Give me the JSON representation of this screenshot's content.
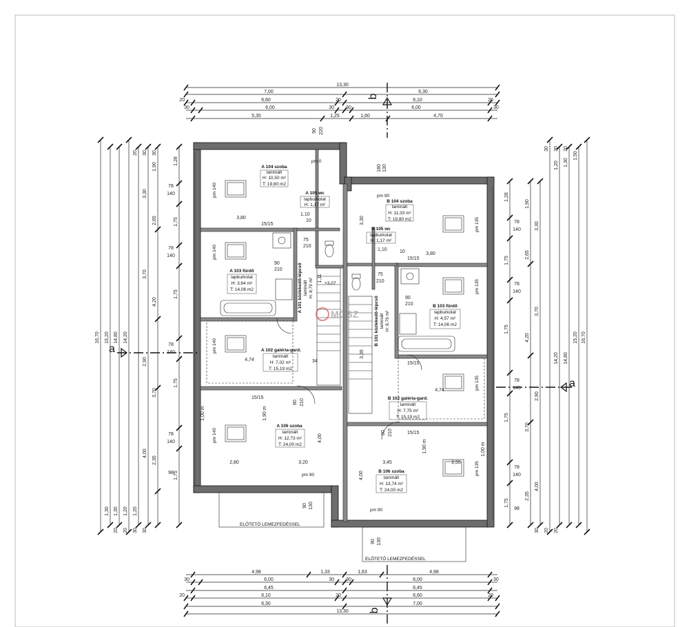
{
  "section_marks": {
    "a_left": "a",
    "a_right": "a",
    "b_top": "b",
    "b_bottom": "b"
  },
  "watermark": "MÓSZ",
  "top_dims": {
    "total": "13,30",
    "row2": [
      "7,00",
      "6,30"
    ],
    "row3": [
      "20",
      "6,60",
      "20",
      "6,10",
      "20"
    ],
    "row4": [
      "30",
      "6,00",
      "30",
      "30",
      "6,00",
      "30"
    ],
    "row5": [
      "5,35",
      "1,25",
      "1,60",
      "4,70"
    ],
    "small": [
      "90",
      "220"
    ]
  },
  "bottom_dims": {
    "row1": [
      "4,98",
      "1,33",
      "1,63",
      "4,98"
    ],
    "row2": [
      "30",
      "6,00",
      "30",
      "30",
      "6,00",
      "30"
    ],
    "row3": [
      "6,45",
      "6,45"
    ],
    "row4": [
      "20",
      "6,10",
      "20",
      "6,60",
      "20"
    ],
    "row5": [
      "6,30",
      "7,00"
    ],
    "total": "13,30"
  },
  "left_dims": {
    "overall": "16,70",
    "outer": [
      "15,20",
      "14,80",
      "14,20"
    ],
    "small_top": [
      "20",
      "30",
      "30"
    ],
    "chain": [
      "1,90",
      "3,30",
      "2,65",
      "3,70",
      "4,20",
      "2,90",
      "3,70",
      "4,00",
      "2,35"
    ],
    "windows": [
      "1,28",
      "78",
      "140",
      "1,75",
      "78",
      "140",
      "1,75",
      "78",
      "140",
      "1,75",
      "78",
      "140",
      "1,75"
    ],
    "bottom": [
      "1,30",
      "1,30",
      "1,20",
      "20",
      "20",
      "30",
      "30",
      "98"
    ]
  },
  "right_dims": {
    "overall": "16,70",
    "outer": [
      "15,20",
      "14,80",
      "14,20"
    ],
    "top": [
      "1,50",
      "1,30",
      "1,20",
      "20",
      "30",
      "30"
    ],
    "chain": [
      "1,90",
      "3,30",
      "2,65",
      "3,70",
      "4,20",
      "2,90",
      "3,70",
      "4,00",
      "2,35"
    ],
    "windows": [
      "1,28",
      "78",
      "140",
      "1,75",
      "78",
      "140",
      "1,75",
      "78",
      "140",
      "1,75",
      "78",
      "140",
      "1,75"
    ],
    "bottom": [
      "30",
      "20",
      "20",
      "98"
    ]
  },
  "rooms_a": [
    {
      "name": "A 104 szoba",
      "floor": "laminált",
      "h": "H: 10,50 m²",
      "t": "T: 19,80 m2",
      "dim": "3,80",
      "win": "pm 140"
    },
    {
      "name": "A 105 wc",
      "floor": "lapburkolat",
      "h": "H: 1,17 m²",
      "door": "75",
      "door2": "210"
    },
    {
      "name": "A 103 fürdő",
      "floor": "lapburkolat",
      "h": "H: 3,64 m²",
      "t": "T: 14,06 m2",
      "win": "pm 140",
      "door": "90",
      "door2": "210"
    },
    {
      "name": "A 101 közlekedő-lépcső",
      "floor": "laminált",
      "h": "H: 8,79 m²"
    },
    {
      "name": "A 102 galéria-gard.",
      "floor": "laminált",
      "h": "H: 7,02 m²",
      "t": "T: 15,19 m2",
      "dim": "4,74",
      "win": "pm 140"
    },
    {
      "name": "A 106 szoba",
      "floor": "laminált",
      "h": "H: 12,73 m²",
      "t": "T: 24,00 m2",
      "dim1": "2,80",
      "dim2": "3,20",
      "win": "pm 140"
    }
  ],
  "rooms_b": [
    {
      "name": "B 104 szoba",
      "floor": "laminált",
      "h": "H: 11,33 m²",
      "t": "T: 19,80 m2",
      "dim": "3,80",
      "win": "pm 135"
    },
    {
      "name": "B 105 wc",
      "floor": "lapburkolat",
      "h": "H: 1,17 m²",
      "door": "75",
      "door2": "210"
    },
    {
      "name": "B 103 fürdő",
      "floor": "lapburkolat",
      "h": "H: 4,57 m²",
      "t": "T: 14,06 m2",
      "win": "pm 135",
      "door": "90",
      "door2": "210"
    },
    {
      "name": "B 101 közlekedő-lépcső",
      "floor": "laminált",
      "h": "H: 8,79 m²"
    },
    {
      "name": "B 102 galéria-gard.",
      "floor": "laminált",
      "h": "H: 7,75 m²",
      "t": "T: 15,19 m2",
      "dim": "4,74",
      "win": "pm 135"
    },
    {
      "name": "B 106 szoba",
      "floor": "laminált",
      "h": "H: 13,74 m²",
      "t": "T: 24,00 m2",
      "dim1": "3,45",
      "dim2": "2,55",
      "win": "pm 135"
    }
  ],
  "misc_labels": {
    "pm0": "pm 0",
    "pm90_a": "pm 90",
    "pm90_b": "pm 90",
    "pm90_b_top": "pm 90",
    "roof_left": "ELŐTETŐ LEMEZFEDÉSSEL",
    "roof_right": "ELŐTETŐ LEMEZFEDÉSSEL",
    "level": "+3,07",
    "stair_a": "34",
    "stair_b": "3,39",
    "vent": "15/15",
    "d110": "1,10",
    "d190": "1,90 m",
    "d100": "1,00 m",
    "v180": "180",
    "v130": "130",
    "v90": "90",
    "d80": "80",
    "d210": "210",
    "d400": "4,00",
    "d330": "3,30",
    "d111": "1,11",
    "d10": "10"
  }
}
